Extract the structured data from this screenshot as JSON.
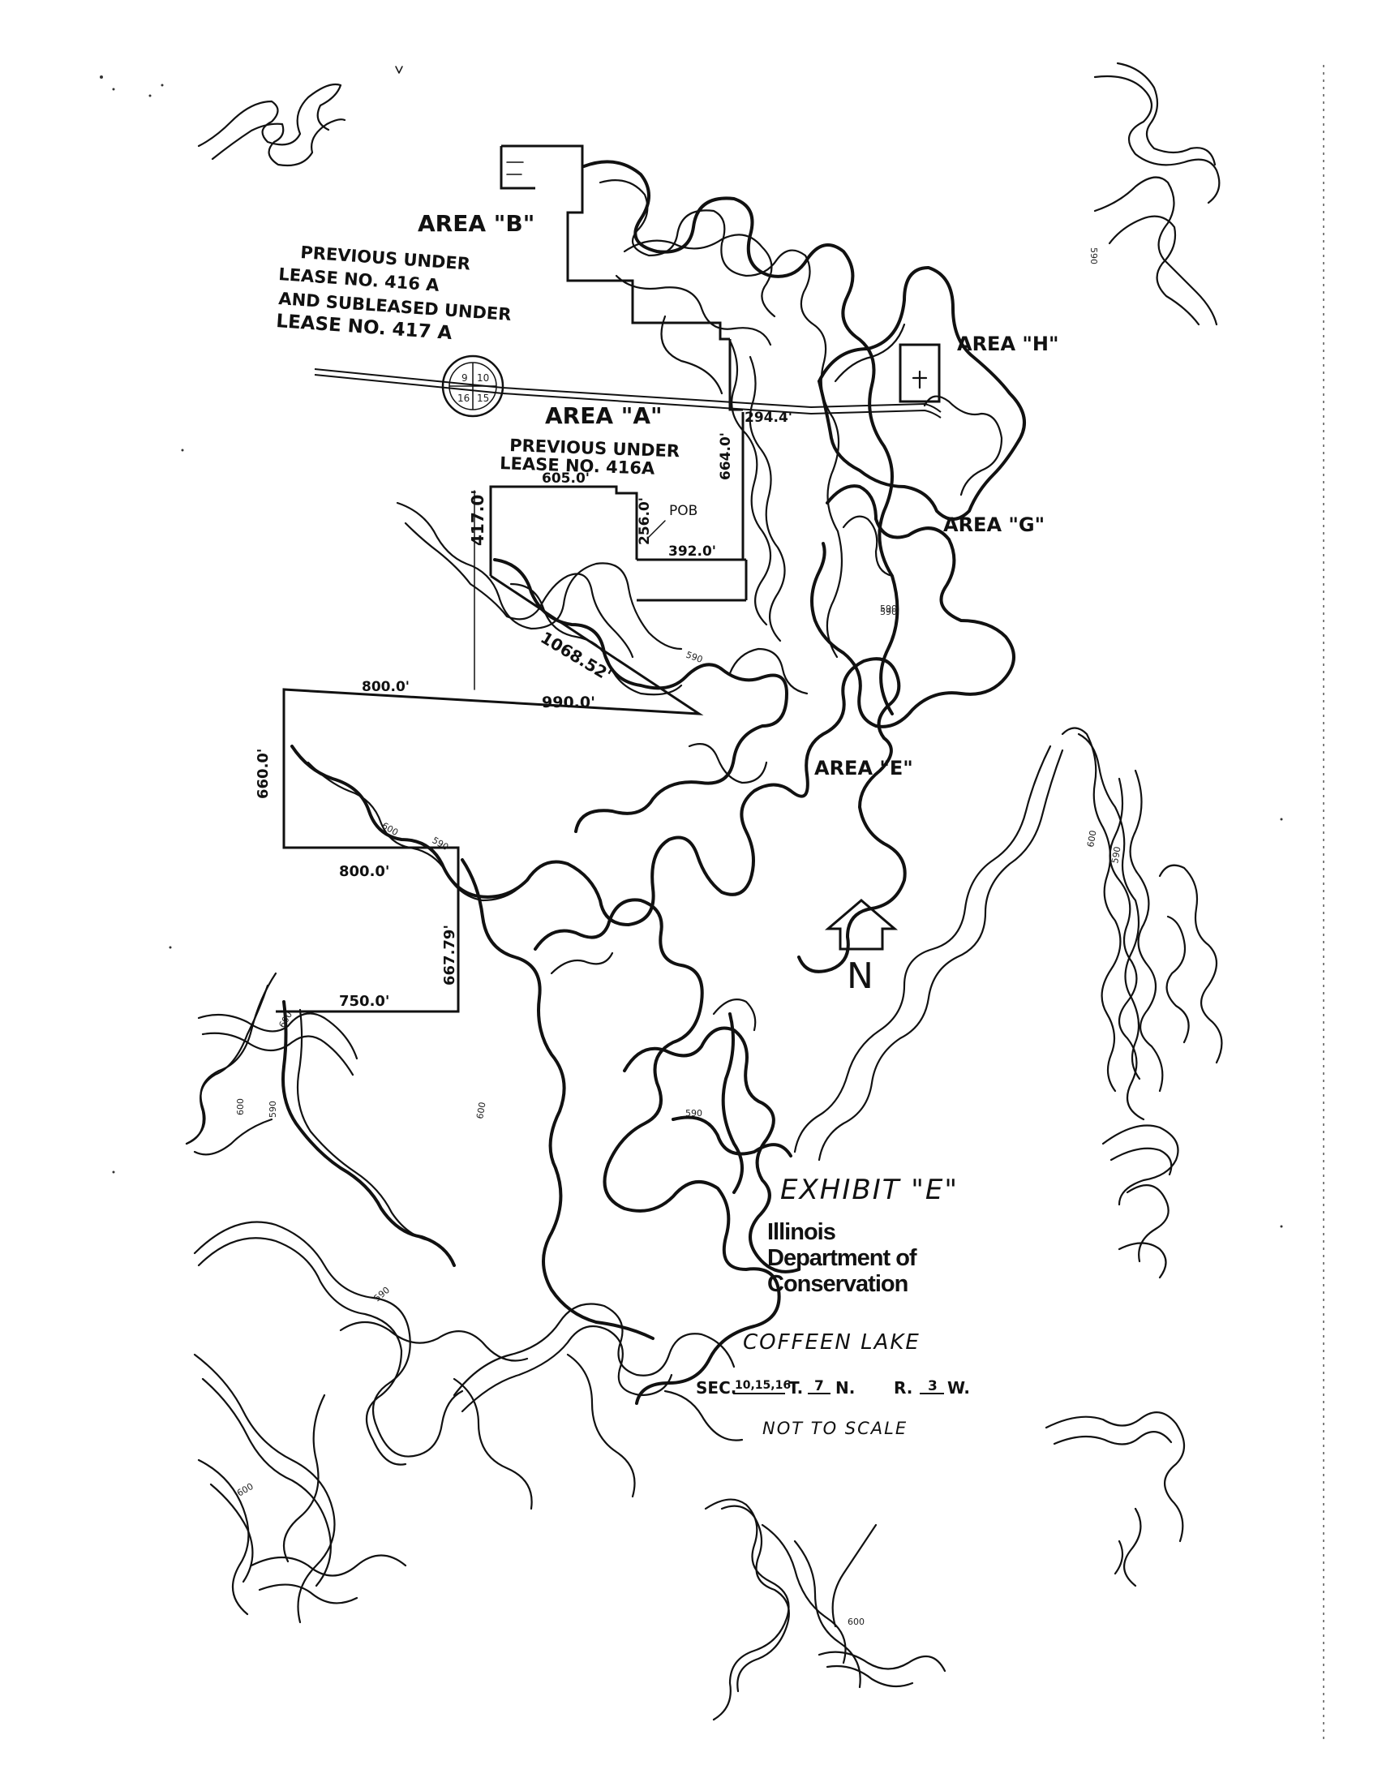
{
  "labels": {
    "area_b": "AREA \"B\"",
    "area_b_note": [
      "PREVIOUS UNDER",
      "LEASE NO. 416 A",
      "AND SUBLEASED UNDER",
      "LEASE NO. 417 A"
    ],
    "area_a": "AREA \"A\"",
    "area_a_note": [
      "PREVIOUS UNDER",
      "LEASE NO. 416A"
    ],
    "area_h": "AREA \"H\"",
    "area_g": "AREA \"G\"",
    "area_e": "AREA \"E\"",
    "pob": "POB",
    "north": "N",
    "section_marker": [
      "9",
      "10",
      "16",
      "15"
    ]
  },
  "dimensions": {
    "d605": "605.0'",
    "d294": "294.4'",
    "d664": "664.0'",
    "d256": "256.0'",
    "d392": "392.0'",
    "d417": "417.0'",
    "d1068": "1068.52'",
    "d800a": "800.0'",
    "d990": "990.0'",
    "d660": "660.0'",
    "d800b": "800.0'",
    "d667": "667.79'",
    "d750": "750.0'"
  },
  "contours": {
    "c590": "590",
    "c600": "600"
  },
  "title_block": {
    "exhibit": "EXHIBIT \"E\"",
    "org": [
      "Illinois",
      "Department of",
      "Conservation"
    ],
    "lake": "COFFEEN LAKE",
    "sec_prefix": "SEC.",
    "sec_value": "10,15,16",
    "township_prefix": "T.",
    "township_value": "7",
    "township_suffix": "N.",
    "range_prefix": "R.",
    "range_value": "3",
    "range_suffix": "W.",
    "scale_note": "NOT TO SCALE"
  }
}
